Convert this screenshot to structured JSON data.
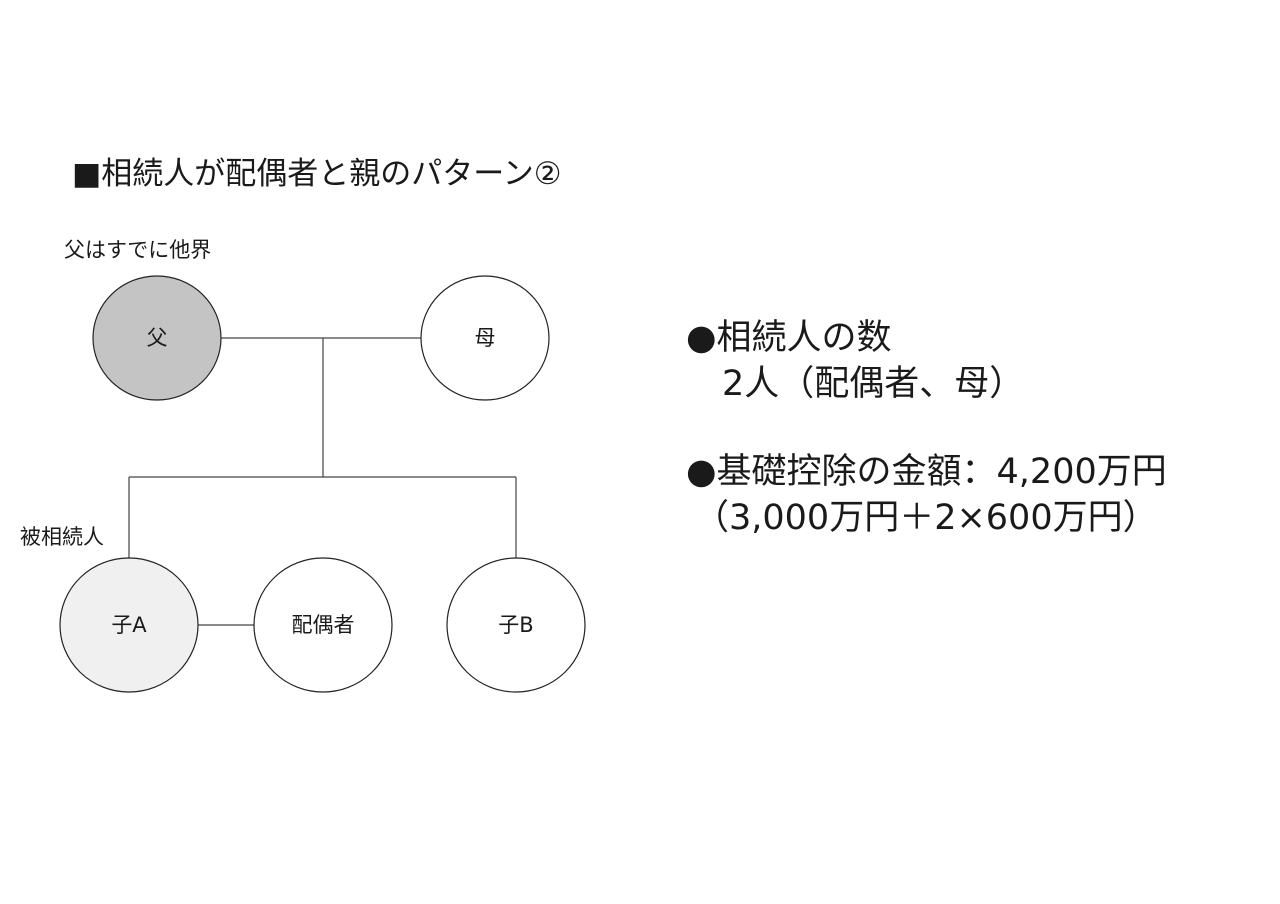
{
  "title": "■相続人が配偶者と親のパターン②",
  "notes": {
    "father_deceased": "父はすでに他界",
    "decedent": "被相続人"
  },
  "nodes": {
    "father": {
      "label": "父",
      "fill": "#c4c4c4"
    },
    "mother": {
      "label": "母",
      "fill": "#ffffff"
    },
    "child_a": {
      "label": "子A",
      "fill": "#f0f0f0"
    },
    "spouse": {
      "label": "配偶者",
      "fill": "#ffffff"
    },
    "child_b": {
      "label": "子B",
      "fill": "#ffffff"
    }
  },
  "info": {
    "heirs_heading": "●相続人の数",
    "heirs_value": "2人（配偶者、母）",
    "deduction_heading": "●基礎控除の金額：4,200万円",
    "deduction_formula": "（3,000万円＋2×600万円）"
  },
  "colors": {
    "line": "#444444",
    "deceased_fill": "#c4c4c4",
    "decedent_fill": "#f0f0f0"
  }
}
